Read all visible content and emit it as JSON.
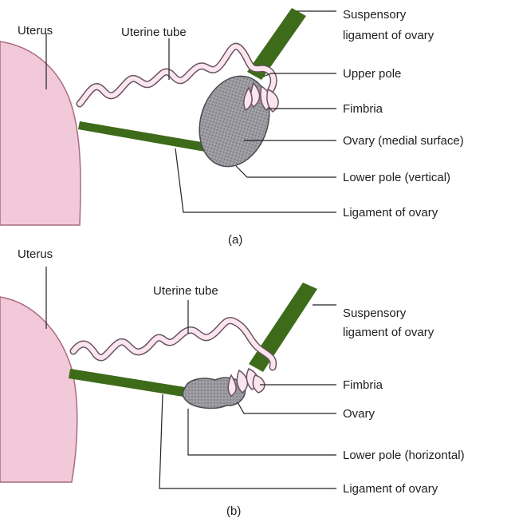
{
  "panel_a": {
    "labels": {
      "uterus": "Uterus",
      "uterine_tube": "Uterine tube",
      "suspensory_1": "Suspensory",
      "suspensory_2": "ligament of ovary",
      "upper_pole": "Upper pole",
      "fimbria": "Fimbria",
      "ovary": "Ovary (medial surface)",
      "lower_pole": "Lower pole (vertical)",
      "ligament": "Ligament of ovary"
    },
    "caption": "(a)"
  },
  "panel_b": {
    "labels": {
      "uterus": "Uterus",
      "uterine_tube": "Uterine tube",
      "suspensory_1": "Suspensory",
      "suspensory_2": "ligament of ovary",
      "fimbria": "Fimbria",
      "ovary": "Ovary",
      "lower_pole": "Lower pole (horizontal)",
      "ligament": "Ligament of ovary"
    },
    "caption": "(b)"
  },
  "colors": {
    "uterus_fill": "#f2c9d8",
    "uterus_stroke": "#a86a82",
    "tube_fill": "#fbe6ef",
    "ligament": "#3d6b1a",
    "ovary_fill": "#8f8f95",
    "leader": "#222222"
  }
}
